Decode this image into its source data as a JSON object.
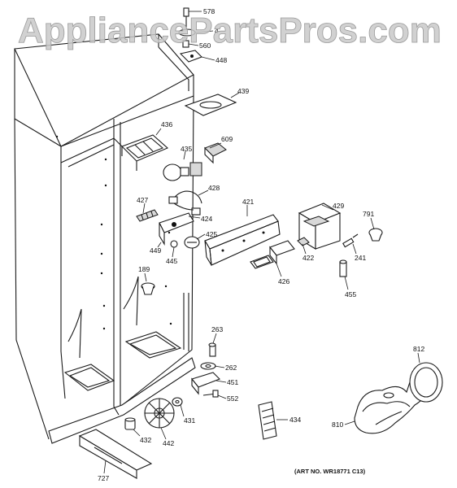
{
  "watermark": "AppliancePartsPros.com",
  "art_number": "(ART NO. WR18771 C13)",
  "callouts": {
    "p578": "578",
    "p4": "4",
    "p560": "560",
    "p448": "448",
    "p439": "439",
    "p436": "436",
    "p609": "609",
    "p435": "435",
    "p428": "428",
    "p427": "427",
    "p424": "424",
    "p421": "421",
    "p429": "429",
    "p791": "791",
    "p449": "449",
    "p445": "445",
    "p425": "425",
    "p422": "422",
    "p241": "241",
    "p426": "426",
    "p189": "189",
    "p455": "455",
    "p263": "263",
    "p262": "262",
    "p451": "451",
    "p552": "552",
    "p812": "812",
    "p431": "431",
    "p434": "434",
    "p810": "810",
    "p432": "432",
    "p442": "442",
    "p727": "727"
  }
}
